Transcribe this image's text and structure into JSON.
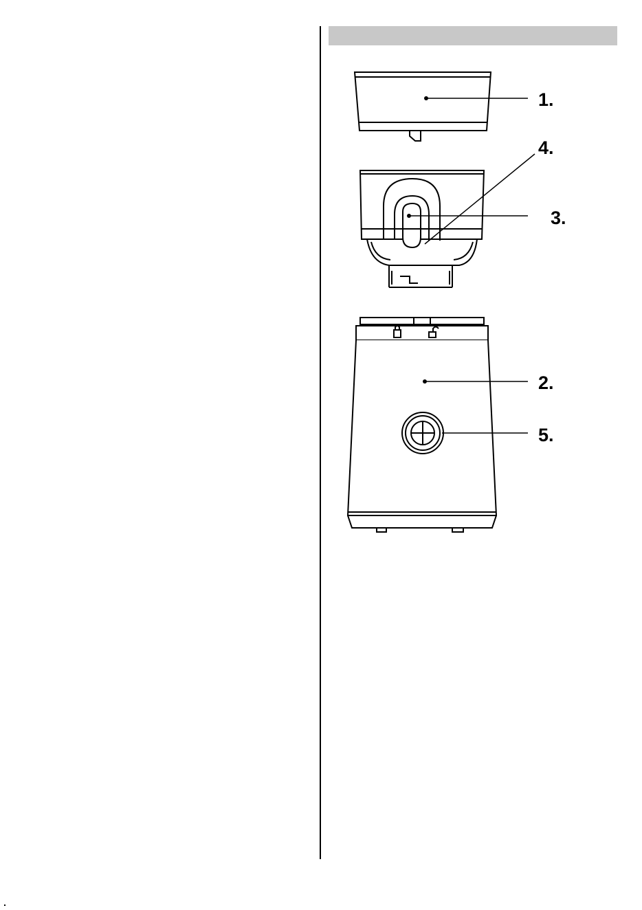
{
  "section_header": {
    "text": ""
  },
  "diagram": {
    "callouts": [
      {
        "id": "lid",
        "label": "1."
      },
      {
        "id": "motor-base",
        "label": "2."
      },
      {
        "id": "blade-window",
        "label": "3."
      },
      {
        "id": "blade-unit",
        "label": "4."
      },
      {
        "id": "power-button",
        "label": "5."
      }
    ],
    "line_color": "#000000"
  }
}
